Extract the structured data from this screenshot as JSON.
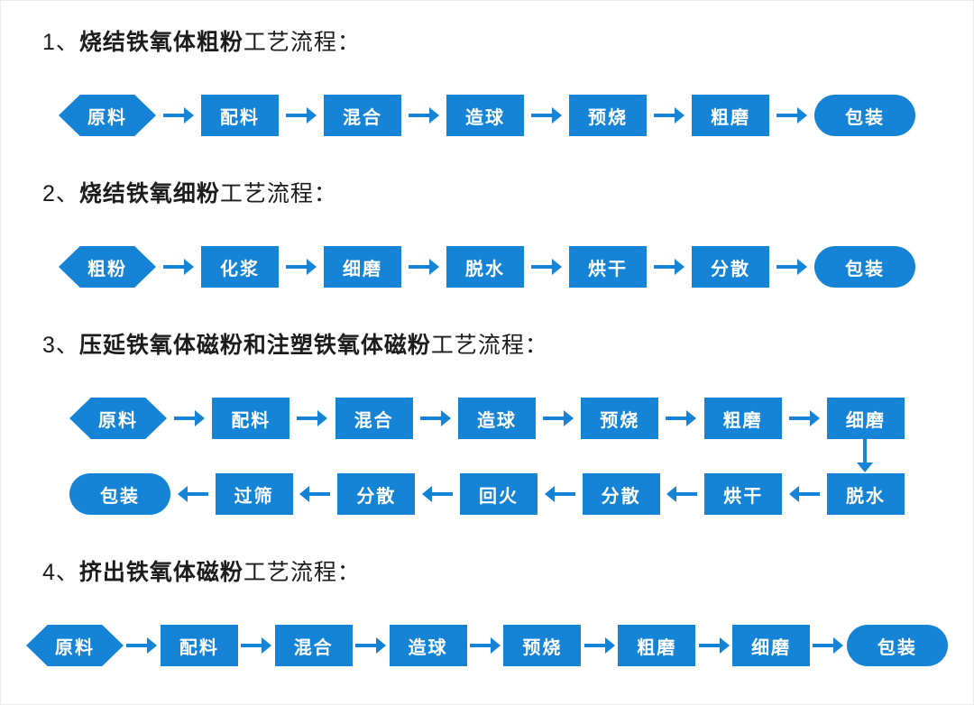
{
  "page": {
    "accent_color": "#1583d6",
    "node_text_color": "#ffffff",
    "title_suffix": "工艺流程："
  },
  "flows": [
    {
      "number": "1、",
      "title_bold": "烧结铁氧体粗粉",
      "title_suffix": "工艺流程：",
      "rows": [
        {
          "arrow_direction": "right",
          "nodes": [
            {
              "shape": "hexagon",
              "label": "原料"
            },
            {
              "shape": "rect",
              "label": "配料"
            },
            {
              "shape": "rect",
              "label": "混合"
            },
            {
              "shape": "rect",
              "label": "造球"
            },
            {
              "shape": "rect",
              "label": "预烧"
            },
            {
              "shape": "rect",
              "label": "粗磨"
            },
            {
              "shape": "stadium",
              "label": "包装"
            }
          ]
        }
      ],
      "connector": null
    },
    {
      "number": "2、",
      "title_bold": "烧结铁氧细粉",
      "title_suffix": "工艺流程：",
      "rows": [
        {
          "arrow_direction": "right",
          "nodes": [
            {
              "shape": "hexagon",
              "label": "粗粉"
            },
            {
              "shape": "rect",
              "label": "化浆"
            },
            {
              "shape": "rect",
              "label": "细磨"
            },
            {
              "shape": "rect",
              "label": "脱水"
            },
            {
              "shape": "rect",
              "label": "烘干"
            },
            {
              "shape": "rect",
              "label": "分散"
            },
            {
              "shape": "stadium",
              "label": "包装"
            }
          ]
        }
      ],
      "connector": null
    },
    {
      "number": "3、",
      "title_bold": "压延铁氧体磁粉和注塑铁氧体磁粉",
      "title_suffix": "工艺流程：",
      "rows": [
        {
          "arrow_direction": "right",
          "nodes": [
            {
              "shape": "hexagon",
              "label": "原料"
            },
            {
              "shape": "rect",
              "label": "配料"
            },
            {
              "shape": "rect",
              "label": "混合"
            },
            {
              "shape": "rect",
              "label": "造球"
            },
            {
              "shape": "rect",
              "label": "预烧"
            },
            {
              "shape": "rect",
              "label": "粗磨"
            },
            {
              "shape": "rect",
              "label": "细磨"
            }
          ]
        },
        {
          "arrow_direction": "left",
          "nodes": [
            {
              "shape": "stadium",
              "label": "包装"
            },
            {
              "shape": "rect",
              "label": "过筛"
            },
            {
              "shape": "rect",
              "label": "分散"
            },
            {
              "shape": "rect",
              "label": "回火"
            },
            {
              "shape": "rect",
              "label": "分散"
            },
            {
              "shape": "rect",
              "label": "烘干"
            },
            {
              "shape": "rect",
              "label": "脱水"
            }
          ]
        }
      ],
      "connector": {
        "type": "down",
        "from": "细磨",
        "to": "脱水"
      }
    },
    {
      "number": "4、",
      "title_bold": "挤出铁氧体磁粉",
      "title_suffix": "工艺流程：",
      "rows": [
        {
          "arrow_direction": "right",
          "nodes": [
            {
              "shape": "hexagon",
              "label": "原料"
            },
            {
              "shape": "rect",
              "label": "配料"
            },
            {
              "shape": "rect",
              "label": "混合"
            },
            {
              "shape": "rect",
              "label": "造球"
            },
            {
              "shape": "rect",
              "label": "预烧"
            },
            {
              "shape": "rect",
              "label": "粗磨"
            },
            {
              "shape": "rect",
              "label": "细磨"
            },
            {
              "shape": "stadium",
              "label": "包装"
            }
          ]
        }
      ],
      "connector": null
    }
  ]
}
